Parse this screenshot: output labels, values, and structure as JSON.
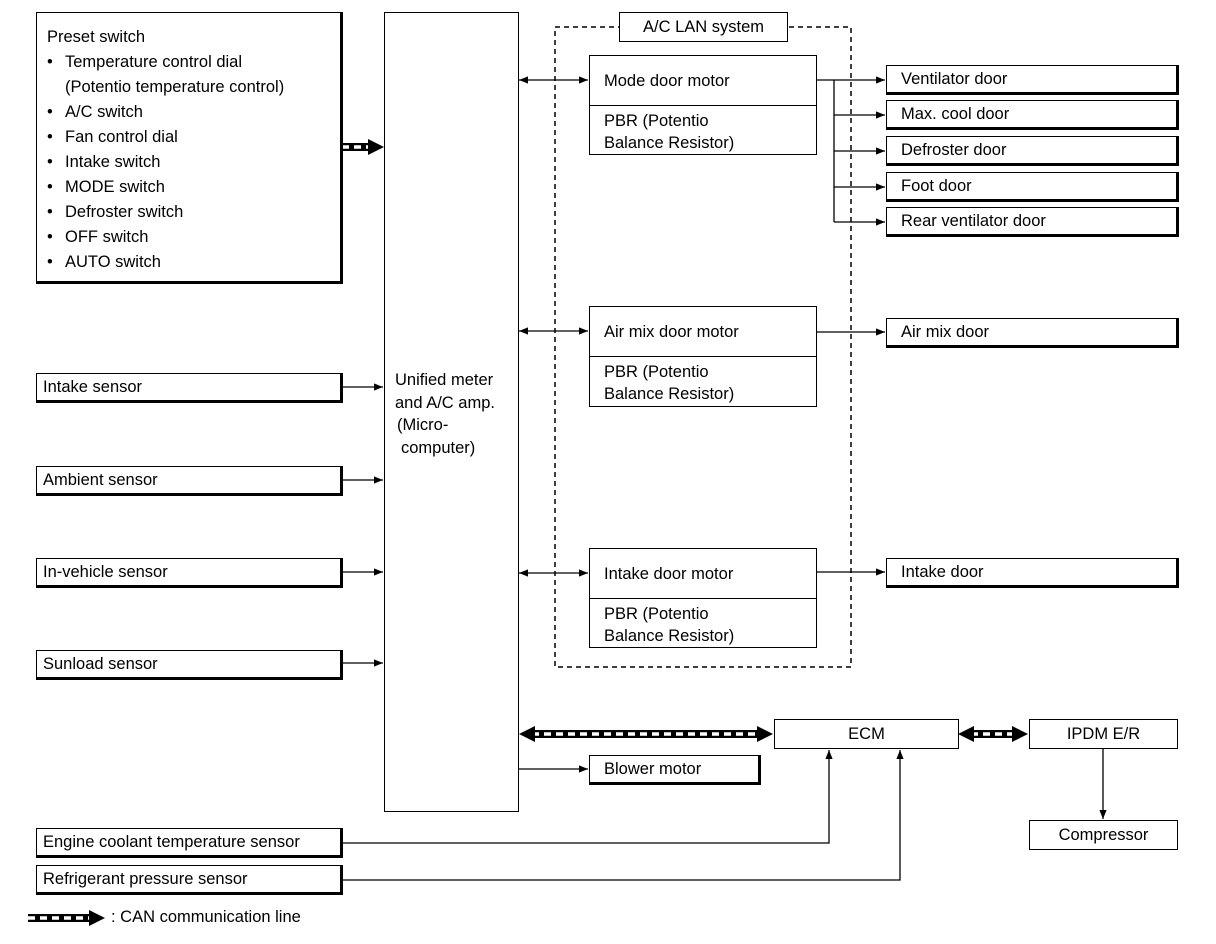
{
  "preset": {
    "title": "Preset switch",
    "items": [
      "Temperature control dial",
      "(Potentio temperature control)",
      "A/C switch",
      "Fan control dial",
      "Intake switch",
      "MODE switch",
      "Defroster switch",
      "OFF switch",
      "AUTO switch"
    ]
  },
  "sensors": {
    "intake": "Intake sensor",
    "ambient": "Ambient sensor",
    "in_vehicle": "In-vehicle sensor",
    "sunload": "Sunload sensor",
    "engine_coolant": "Engine coolant temperature sensor",
    "refrigerant": "Refrigerant pressure sensor"
  },
  "amp": {
    "line1": "Unified meter",
    "line2": "and A/C amp.",
    "line3": "(Micro-",
    "line4": "computer)"
  },
  "lan": {
    "title": "A/C LAN system"
  },
  "motors": {
    "mode": {
      "name": "Mode door motor",
      "pbr1": "PBR (Potentio",
      "pbr2": "Balance Resistor)"
    },
    "airmix": {
      "name": "Air mix door motor",
      "pbr1": "PBR (Potentio",
      "pbr2": "Balance Resistor)"
    },
    "intake": {
      "name": "Intake door motor",
      "pbr1": "PBR (Potentio",
      "pbr2": "Balance Resistor)"
    }
  },
  "doors": {
    "ventilator": "Ventilator door",
    "max_cool": "Max. cool door",
    "defroster": "Defroster door",
    "foot": "Foot door",
    "rear_vent": "Rear ventilator door",
    "air_mix": "Air mix door",
    "intake": "Intake door"
  },
  "ecm": "ECM",
  "ipdm": "IPDM E/R",
  "compressor": "Compressor",
  "blower": "Blower motor",
  "legend": ": CAN communication line"
}
